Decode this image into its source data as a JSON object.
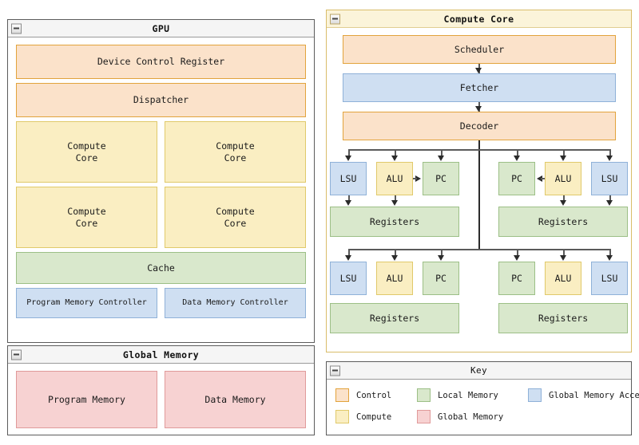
{
  "colors": {
    "control": "#fbe2ca",
    "control_border": "#e2a33c",
    "compute": "#faeec2",
    "compute_border": "#e0c96a",
    "local_memory": "#d9e8cc",
    "local_memory_border": "#9cbf86",
    "global_memory": "#f7d2d2",
    "global_memory_border": "#e09a9a",
    "global_access": "#cfdff2",
    "global_access_border": "#8fb1d8",
    "panel_border": "#5c5c5c",
    "connector": "#5a5a5a"
  },
  "gpu_panel": {
    "title": "GPU",
    "collapse_icon": "minus-square-icon",
    "device_control_register": "Device Control Register",
    "dispatcher": "Dispatcher",
    "compute_cores": [
      "Compute\nCore",
      "Compute\nCore",
      "Compute\nCore",
      "Compute\nCore"
    ],
    "cache": "Cache",
    "program_memory_controller": "Program Memory Controller",
    "data_memory_controller": "Data Memory Controller"
  },
  "global_memory_panel": {
    "title": "Global Memory",
    "collapse_icon": "minus-square-icon",
    "program_memory": "Program Memory",
    "data_memory": "Data Memory"
  },
  "compute_core_panel": {
    "title": "Compute Core",
    "collapse_icon": "minus-square-icon",
    "scheduler": "Scheduler",
    "fetcher": "Fetcher",
    "decoder": "Decoder",
    "thread_rows": [
      {
        "left": {
          "units": [
            "LSU",
            "ALU",
            "PC"
          ],
          "registers": "Registers"
        },
        "right": {
          "units": [
            "PC",
            "ALU",
            "LSU"
          ],
          "registers": "Registers"
        }
      },
      {
        "left": {
          "units": [
            "LSU",
            "ALU",
            "PC"
          ],
          "registers": "Registers"
        },
        "right": {
          "units": [
            "PC",
            "ALU",
            "LSU"
          ],
          "registers": "Registers"
        }
      }
    ]
  },
  "key_panel": {
    "title": "Key",
    "collapse_icon": "minus-square-icon",
    "entries": [
      {
        "label": "Control",
        "color": "#fbe2ca",
        "border": "#e2a33c"
      },
      {
        "label": "Local Memory",
        "color": "#d9e8cc",
        "border": "#9cbf86"
      },
      {
        "label": "Global Memory Access",
        "color": "#cfdff2",
        "border": "#8fb1d8"
      },
      {
        "label": "Compute",
        "color": "#faeec2",
        "border": "#e0c96a"
      },
      {
        "label": "Global Memory",
        "color": "#f7d2d2",
        "border": "#e09a9a"
      }
    ]
  }
}
